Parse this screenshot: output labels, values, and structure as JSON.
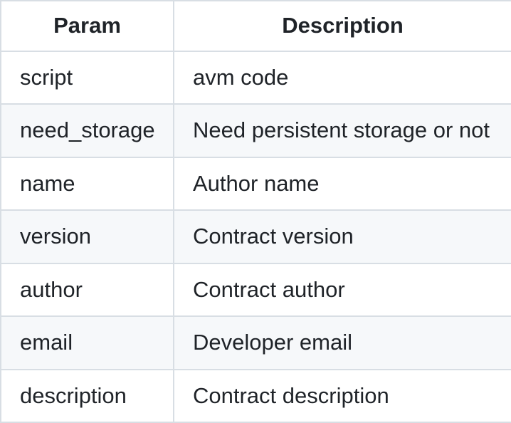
{
  "table": {
    "headers": {
      "param": "Param",
      "description": "Description"
    },
    "rows": [
      {
        "param": "script",
        "description": "avm code"
      },
      {
        "param": "need_storage",
        "description": "Need persistent storage or not"
      },
      {
        "param": "name",
        "description": "Author name"
      },
      {
        "param": "version",
        "description": "Contract version"
      },
      {
        "param": "author",
        "description": "Contract author"
      },
      {
        "param": "email",
        "description": "Developer email"
      },
      {
        "param": "description",
        "description": "Contract description"
      }
    ],
    "colors": {
      "border": "#d8dee4",
      "zebra_row_bg": "#f6f8fa",
      "row_bg": "#ffffff",
      "text": "#1f2328"
    }
  }
}
